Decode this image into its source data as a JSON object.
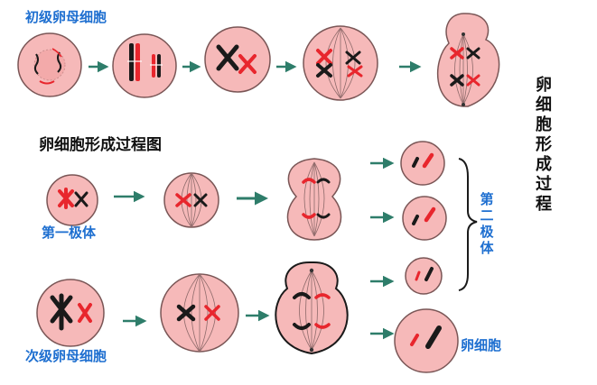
{
  "labels": {
    "primary_oocyte": "初级卵母细胞",
    "diagram_title": "卵细胞形成过程图",
    "first_polar_body": "第一极体",
    "secondary_oocyte": "次级卵母细胞",
    "egg_cell": "卵细胞",
    "second_polar_bodies": "第二极体",
    "vertical_title": "卵细胞形成过程"
  },
  "colors": {
    "cell_fill": "#f6b9b9",
    "cell_stroke": "#7a5656",
    "chromosome_red": "#e8262d",
    "chromosome_black": "#1a1a1a",
    "arrow_green": "#2e7d6a",
    "label_blue": "#1e6fd0"
  }
}
